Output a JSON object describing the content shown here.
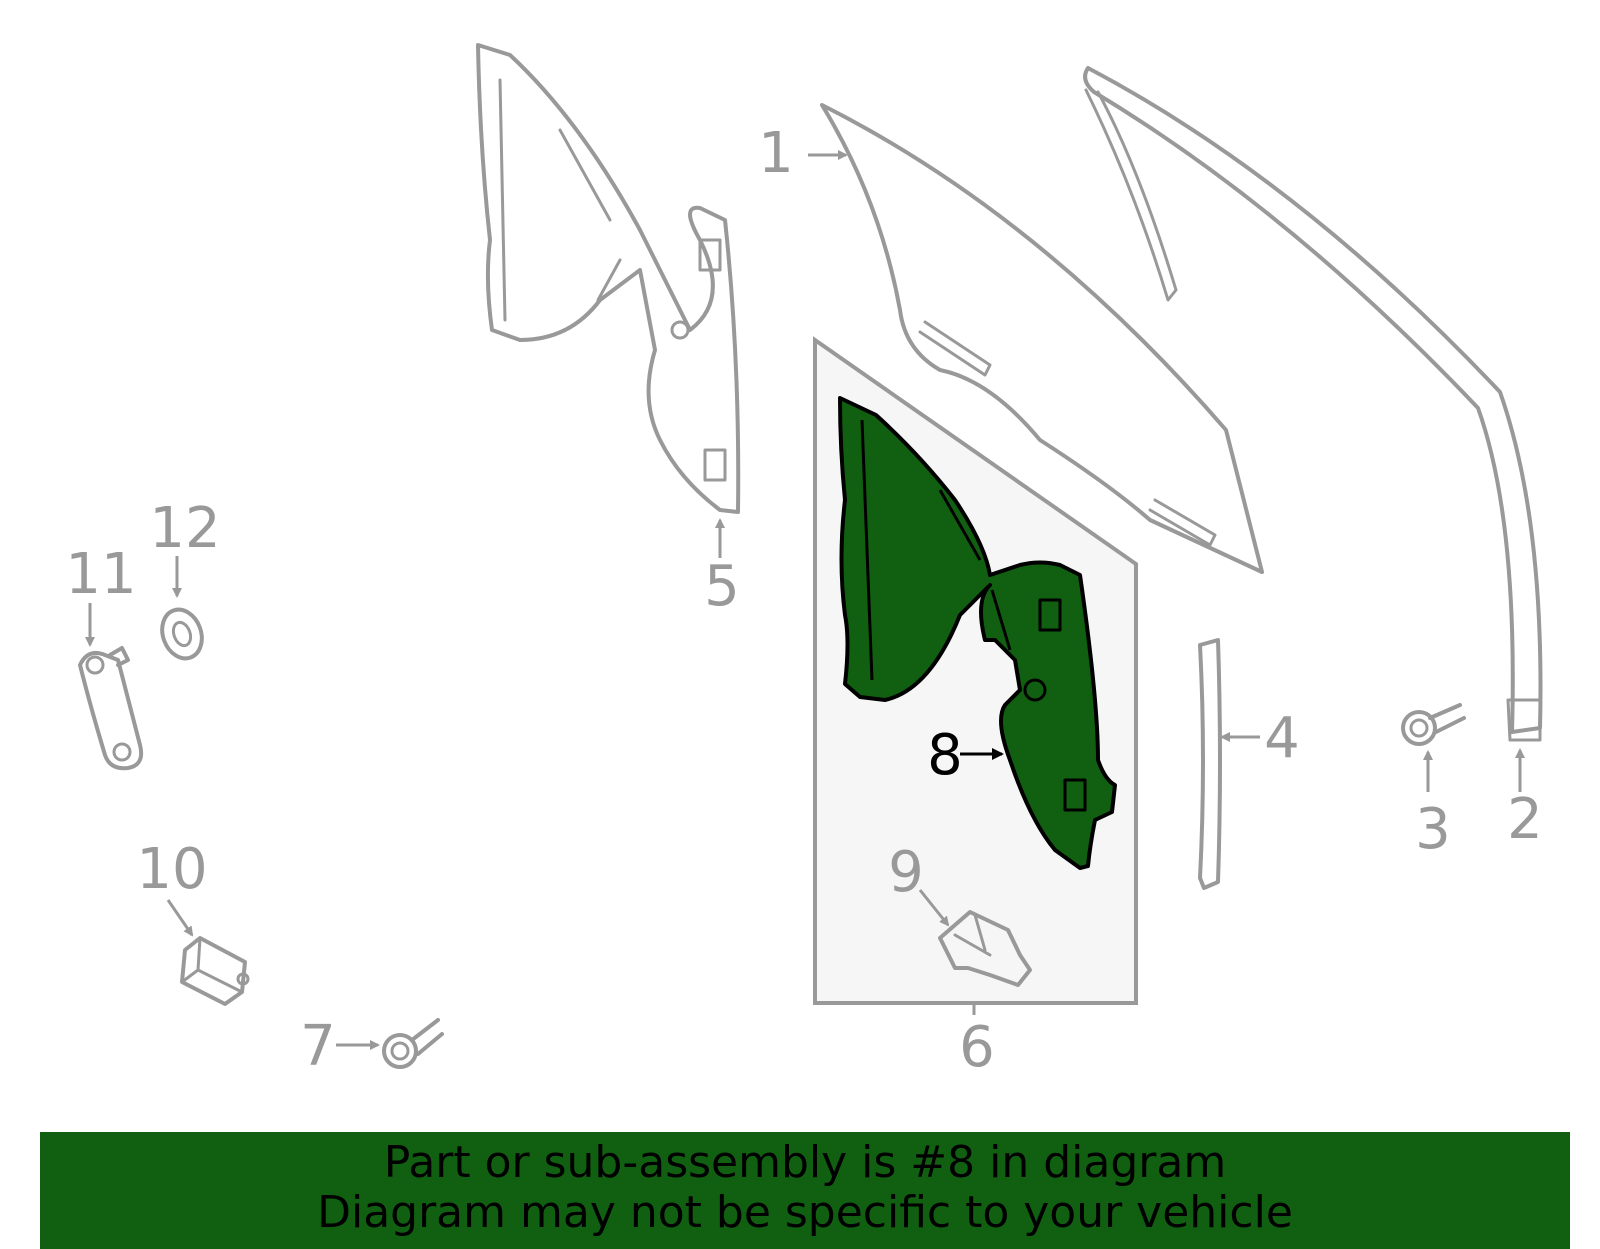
{
  "diagram": {
    "callouts": [
      "1",
      "2",
      "3",
      "4",
      "5",
      "6",
      "7",
      "8",
      "9",
      "10",
      "11",
      "12"
    ],
    "highlighted_part": "8",
    "highlight_color": "#116011",
    "part_color": "#999999"
  },
  "footer": {
    "line1": "Part or sub-assembly is #8 in diagram",
    "line2": "Diagram may not be specific to your vehicle"
  }
}
